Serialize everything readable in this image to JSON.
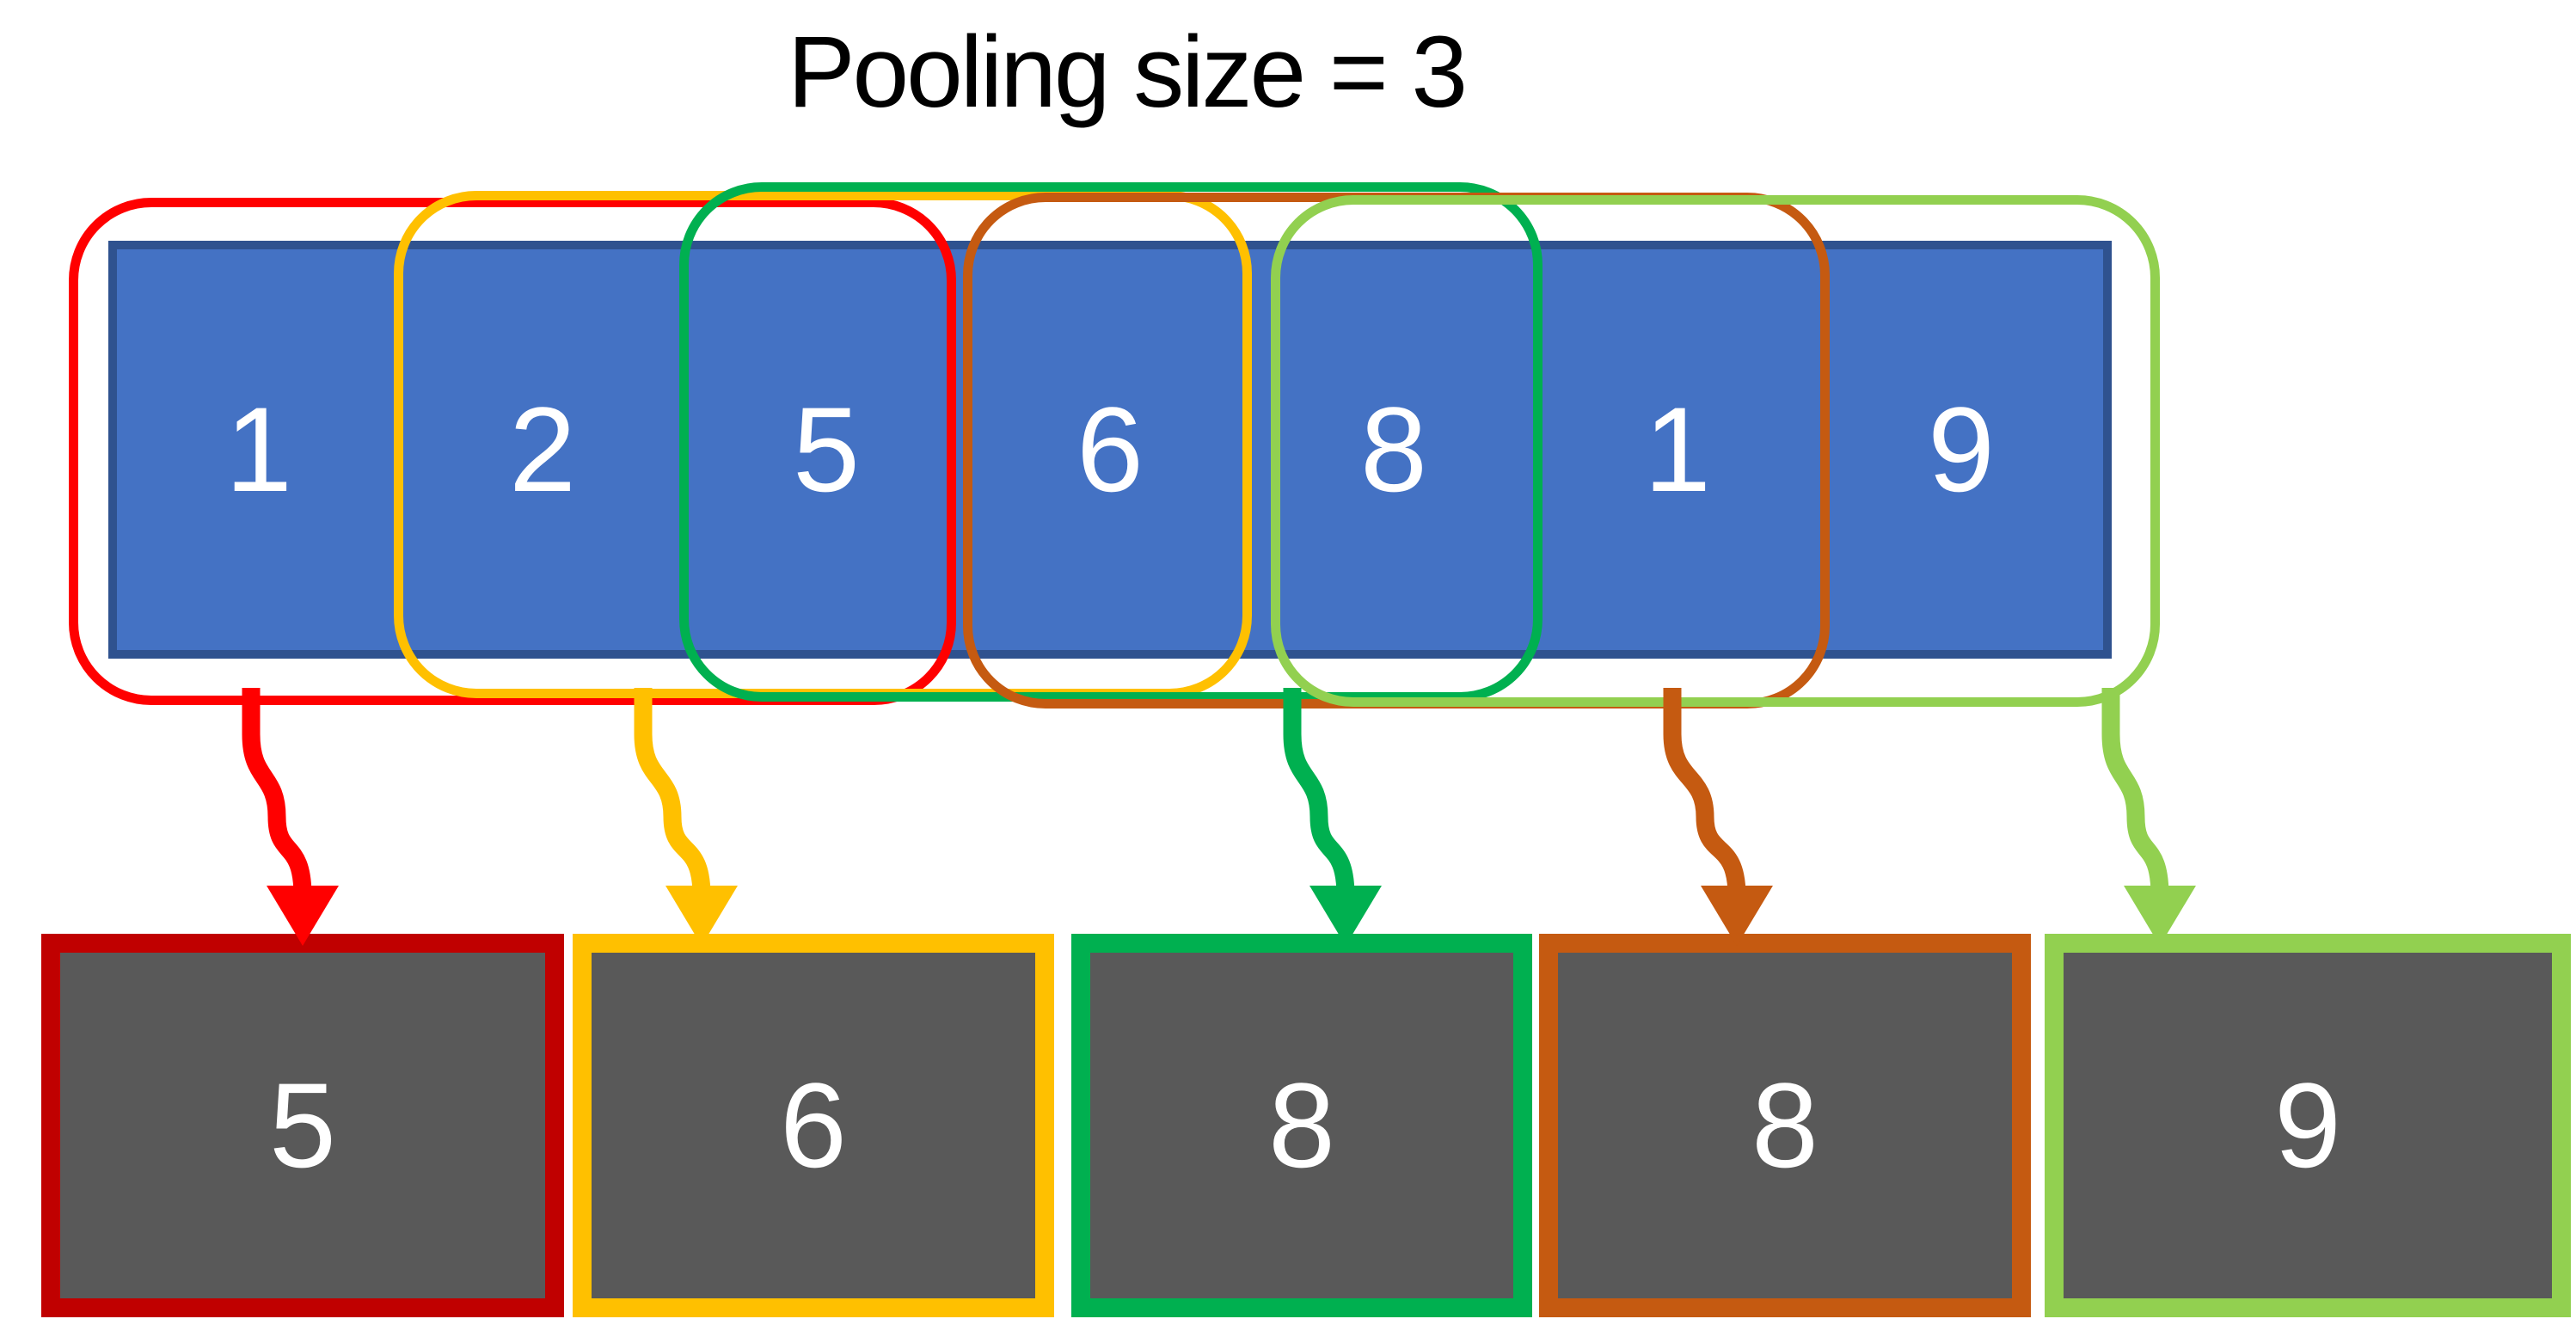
{
  "title": "Pooling size = 3",
  "colors": {
    "background": "#FFFFFF",
    "blue": "#4472C4",
    "navy": "#2F528F",
    "gray": "#595959",
    "white": "#FFFFFF",
    "black": "#000000",
    "red": "#FF0000",
    "amber": "#FFC000",
    "green": "#00B050",
    "brown": "#C55A11",
    "lightgreen": "#92D050",
    "darkred": "#C00000"
  },
  "input": {
    "cells": [
      {
        "value": "1"
      },
      {
        "value": "2"
      },
      {
        "value": "5"
      },
      {
        "value": "6"
      },
      {
        "value": "8"
      },
      {
        "value": "1"
      },
      {
        "value": "9"
      }
    ]
  },
  "windows": [
    {
      "id": 1,
      "color": "red",
      "covers_values": [
        "1",
        "2",
        "5"
      ],
      "max": "5"
    },
    {
      "id": 2,
      "color": "amber",
      "covers_values": [
        "2",
        "5",
        "6"
      ],
      "max": "6"
    },
    {
      "id": 3,
      "color": "green",
      "covers_values": [
        "5",
        "6",
        "8"
      ],
      "max": "8"
    },
    {
      "id": 4,
      "color": "brown",
      "covers_values": [
        "6",
        "8",
        "1"
      ],
      "max": "8"
    },
    {
      "id": 5,
      "color": "lightgreen",
      "covers_values": [
        "8",
        "1",
        "9"
      ],
      "max": "9"
    }
  ],
  "output": {
    "cells": [
      {
        "value": "5",
        "border_color": "darkred"
      },
      {
        "value": "6",
        "border_color": "amber"
      },
      {
        "value": "8",
        "border_color": "green"
      },
      {
        "value": "8",
        "border_color": "brown"
      },
      {
        "value": "9",
        "border_color": "lightgreen"
      }
    ]
  }
}
